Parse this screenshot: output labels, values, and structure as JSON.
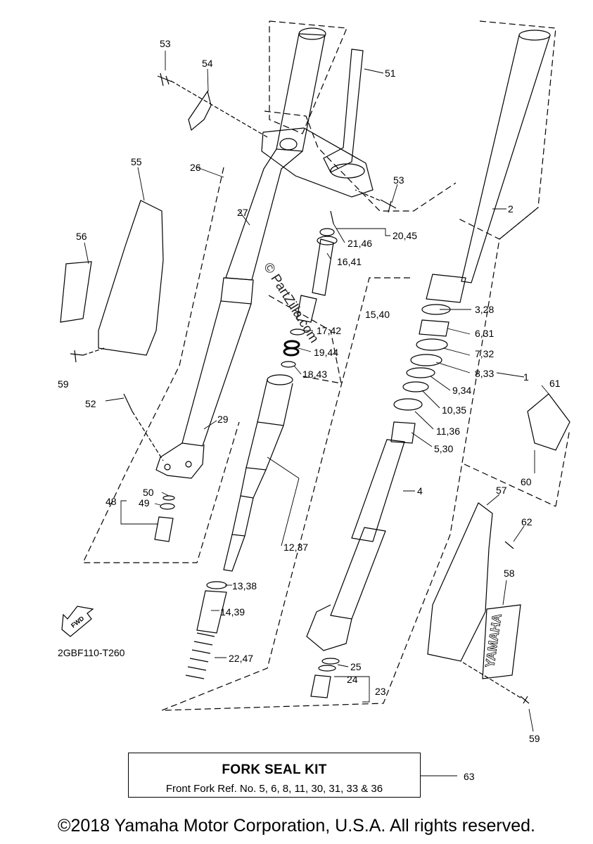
{
  "diagram": {
    "part_code": "2GBF110-T260",
    "watermark": "© PartZilla.com",
    "fwd_label": "FWD",
    "brand_decal": "YAMAHA",
    "callouts": [
      {
        "id": "c53a",
        "text": "53"
      },
      {
        "id": "c54",
        "text": "54"
      },
      {
        "id": "c51",
        "text": "51"
      },
      {
        "id": "c55",
        "text": "55"
      },
      {
        "id": "c26",
        "text": "26"
      },
      {
        "id": "c53b",
        "text": "53"
      },
      {
        "id": "c27",
        "text": "27"
      },
      {
        "id": "c2",
        "text": "2"
      },
      {
        "id": "c56",
        "text": "56"
      },
      {
        "id": "c20_45",
        "text": "20,45"
      },
      {
        "id": "c21_46",
        "text": "21,46"
      },
      {
        "id": "c16_41",
        "text": "16,41"
      },
      {
        "id": "c15_40",
        "text": "15,40"
      },
      {
        "id": "c3_28",
        "text": "3,28"
      },
      {
        "id": "c17_42",
        "text": "17,42"
      },
      {
        "id": "c6_31",
        "text": "6,31"
      },
      {
        "id": "c19_44",
        "text": "19,44"
      },
      {
        "id": "c7_32",
        "text": "7,32"
      },
      {
        "id": "c8_33",
        "text": "8,33"
      },
      {
        "id": "c18_43",
        "text": "18,43"
      },
      {
        "id": "c1",
        "text": "1"
      },
      {
        "id": "c59a",
        "text": "59"
      },
      {
        "id": "c9_34",
        "text": "9,34"
      },
      {
        "id": "c61",
        "text": "61"
      },
      {
        "id": "c10_35",
        "text": "10,35"
      },
      {
        "id": "c52",
        "text": "52"
      },
      {
        "id": "c29",
        "text": "29"
      },
      {
        "id": "c11_36",
        "text": "11,36"
      },
      {
        "id": "c5_30",
        "text": "5,30"
      },
      {
        "id": "c60",
        "text": "60"
      },
      {
        "id": "c50",
        "text": "50"
      },
      {
        "id": "c4",
        "text": "4"
      },
      {
        "id": "c57",
        "text": "57"
      },
      {
        "id": "c48",
        "text": "48"
      },
      {
        "id": "c49",
        "text": "49"
      },
      {
        "id": "c62",
        "text": "62"
      },
      {
        "id": "c12_37",
        "text": "12,37"
      },
      {
        "id": "c58",
        "text": "58"
      },
      {
        "id": "c13_38",
        "text": "13,38"
      },
      {
        "id": "c14_39",
        "text": "14,39"
      },
      {
        "id": "c22_47",
        "text": "22,47"
      },
      {
        "id": "c25",
        "text": "25"
      },
      {
        "id": "c24",
        "text": "24"
      },
      {
        "id": "c23",
        "text": "23"
      },
      {
        "id": "c59b",
        "text": "59"
      },
      {
        "id": "c63",
        "text": "63"
      }
    ]
  },
  "kit": {
    "title": "FORK SEAL KIT",
    "subtitle": "Front Fork Ref. No. 5, 6, 8, 11, 30, 31, 33 & 36"
  },
  "footer": {
    "copyright": "©2018 Yamaha Motor Corporation, U.S.A. All rights reserved."
  }
}
